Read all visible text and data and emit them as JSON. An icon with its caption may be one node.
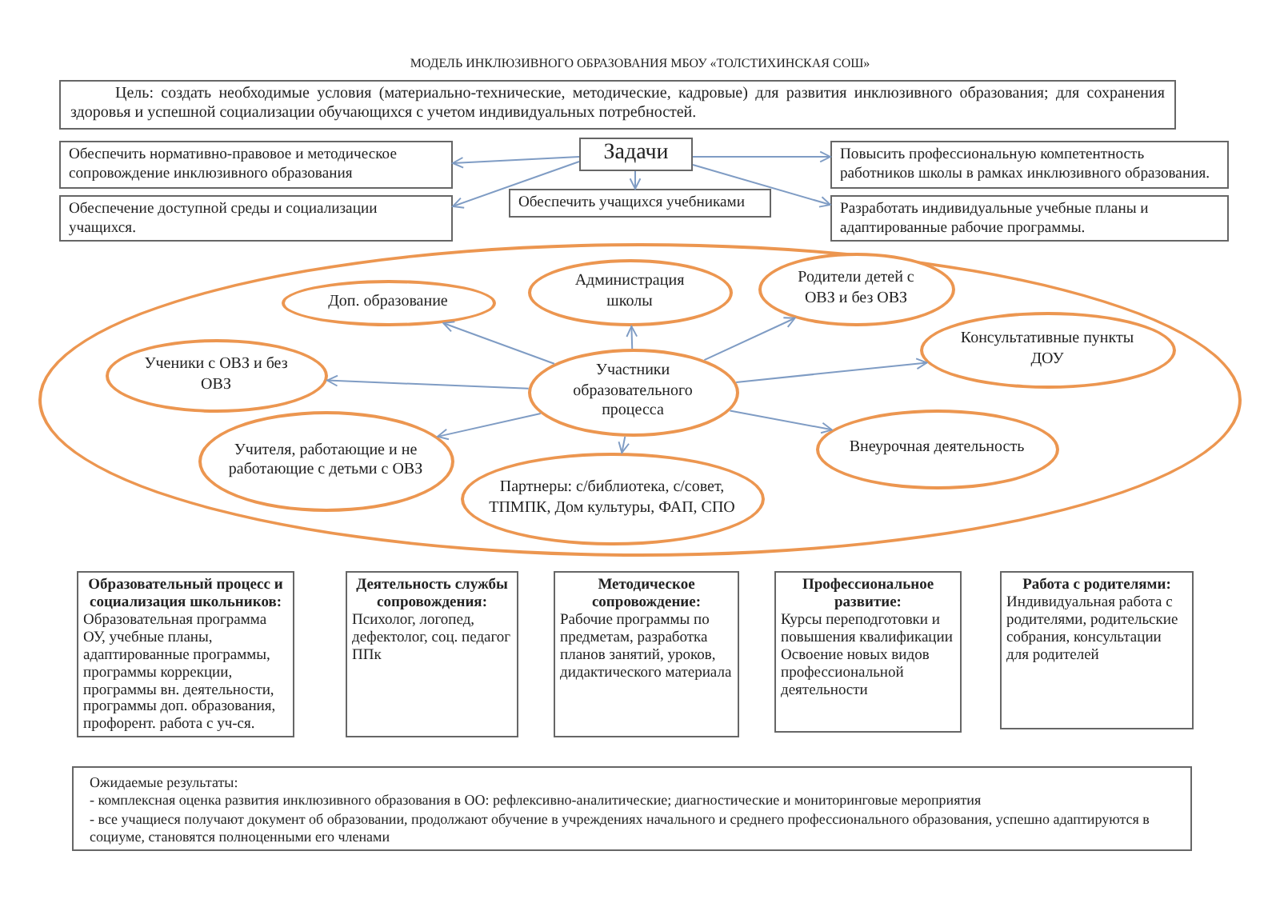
{
  "diagram": {
    "title": "МОДЕЛЬ ИНКЛЮЗИВНОГО ОБРАЗОВАНИЯ МБОУ «ТОЛСТИХИНСКАЯ СОШ»",
    "nodes": [
      {
        "text": [
          "Цель: создать необходимые условия (материально-технические, методические, кадровые) для развития инклюзивного образования; для сохранения здоровья и успешной социализации обучающихся с учетом индивидуальных потребностей."
        ]
      },
      {
        "text": [
          "Задачи"
        ]
      },
      {
        "text": [
          "Обеспечить нормативно-правовое и методическое сопровождение инклюзивного образования"
        ]
      },
      {
        "text": [
          "Обеспечение доступной среды и социализации учащихся."
        ]
      },
      {
        "text": [
          "Обеспечить учащихся учебниками"
        ]
      },
      {
        "text": [
          "Повысить профессиональную компетентность работников школы в рамках инклюзивного образования."
        ]
      },
      {
        "text": [
          "Разработать индивидуальные учебные планы и адаптированные рабочие программы."
        ]
      },
      {
        "text": [],
        "shape": "ellipse"
      },
      {
        "text": [
          "Доп. образование"
        ],
        "in": 7
      },
      {
        "text": [
          "Администрация школы"
        ],
        "in": 7
      },
      {
        "text": [
          "Родители детей с ОВЗ и без ОВЗ"
        ],
        "in": 7
      },
      {
        "text": [
          "Ученики с ОВЗ и без ОВЗ"
        ],
        "in": 7
      },
      {
        "text": [
          "Участники образовательного процесса"
        ],
        "in": 7
      },
      {
        "text": [
          "Консультативные пункты ДОУ"
        ],
        "in": 7
      },
      {
        "text": [
          "Учителя, работающие и не работающие с детьми с ОВЗ"
        ],
        "in": 7
      },
      {
        "text": [
          "Внеурочная деятельность"
        ],
        "in": 7
      },
      {
        "text": [
          "Партнеры: с/библиотека, с/совет, ТПМПК, Дом культуры, ФАП, СПО"
        ],
        "in": 7
      },
      {
        "text": [
          "Образовательный процесс и социализация школьников:",
          "Образовательная программа ОУ, учебные планы, адаптированные программы, программы коррекции, программы вн. деятельности, программы доп. образования, профорент. работа с уч-ся."
        ]
      },
      {
        "text": [
          "Деятельность службы сопровождения:",
          "Психолог, логопед, дефектолог, соц. педагог",
          "ППк"
        ]
      },
      {
        "text": [
          "Методическое сопровождение:",
          "Рабочие программы по предметам, разработка планов занятий, уроков, дидактического материала"
        ]
      },
      {
        "text": [
          "Профессиональное развитие:",
          "Курсы переподготовки и повышения квалификации",
          "Освоение новых видов профессиональной деятельности"
        ]
      },
      {
        "text": [
          "Работа с родителями:",
          "Индивидуальная работа с родителями, родительские собрания, консультации для родителей"
        ]
      },
      {
        "text": [
          "Ожидаемые результаты:",
          "- комплексная оценка развития инклюзивного образования в ОО: рефлексивно-аналитические; диагностические и мониторинговые мероприятия",
          "- все учащиеся получают документ об образовании, продолжают обучение в учреждениях начального и среднего профессионального образования, успешно адаптируются в социуме, становятся полноценными его членами"
        ]
      }
    ],
    "edges": [
      {
        "from": 1,
        "to": 2,
        "arrow": "to"
      },
      {
        "from": 1,
        "to": 3,
        "arrow": "to"
      },
      {
        "from": 1,
        "to": 4,
        "arrow": "to"
      },
      {
        "from": 1,
        "to": 5,
        "arrow": "to"
      },
      {
        "from": 1,
        "to": 6,
        "arrow": "to"
      },
      {
        "from": 12,
        "to": 8,
        "arrow": "to"
      },
      {
        "from": 12,
        "to": 9,
        "arrow": "to"
      },
      {
        "from": 12,
        "to": 10,
        "arrow": "to"
      },
      {
        "from": 12,
        "to": 11,
        "arrow": "to"
      },
      {
        "from": 12,
        "to": 13,
        "arrow": "to"
      },
      {
        "from": 12,
        "to": 14,
        "arrow": "to"
      },
      {
        "from": 12,
        "to": 15,
        "arrow": "to"
      },
      {
        "from": 12,
        "to": 16,
        "arrow": "to"
      }
    ]
  }
}
